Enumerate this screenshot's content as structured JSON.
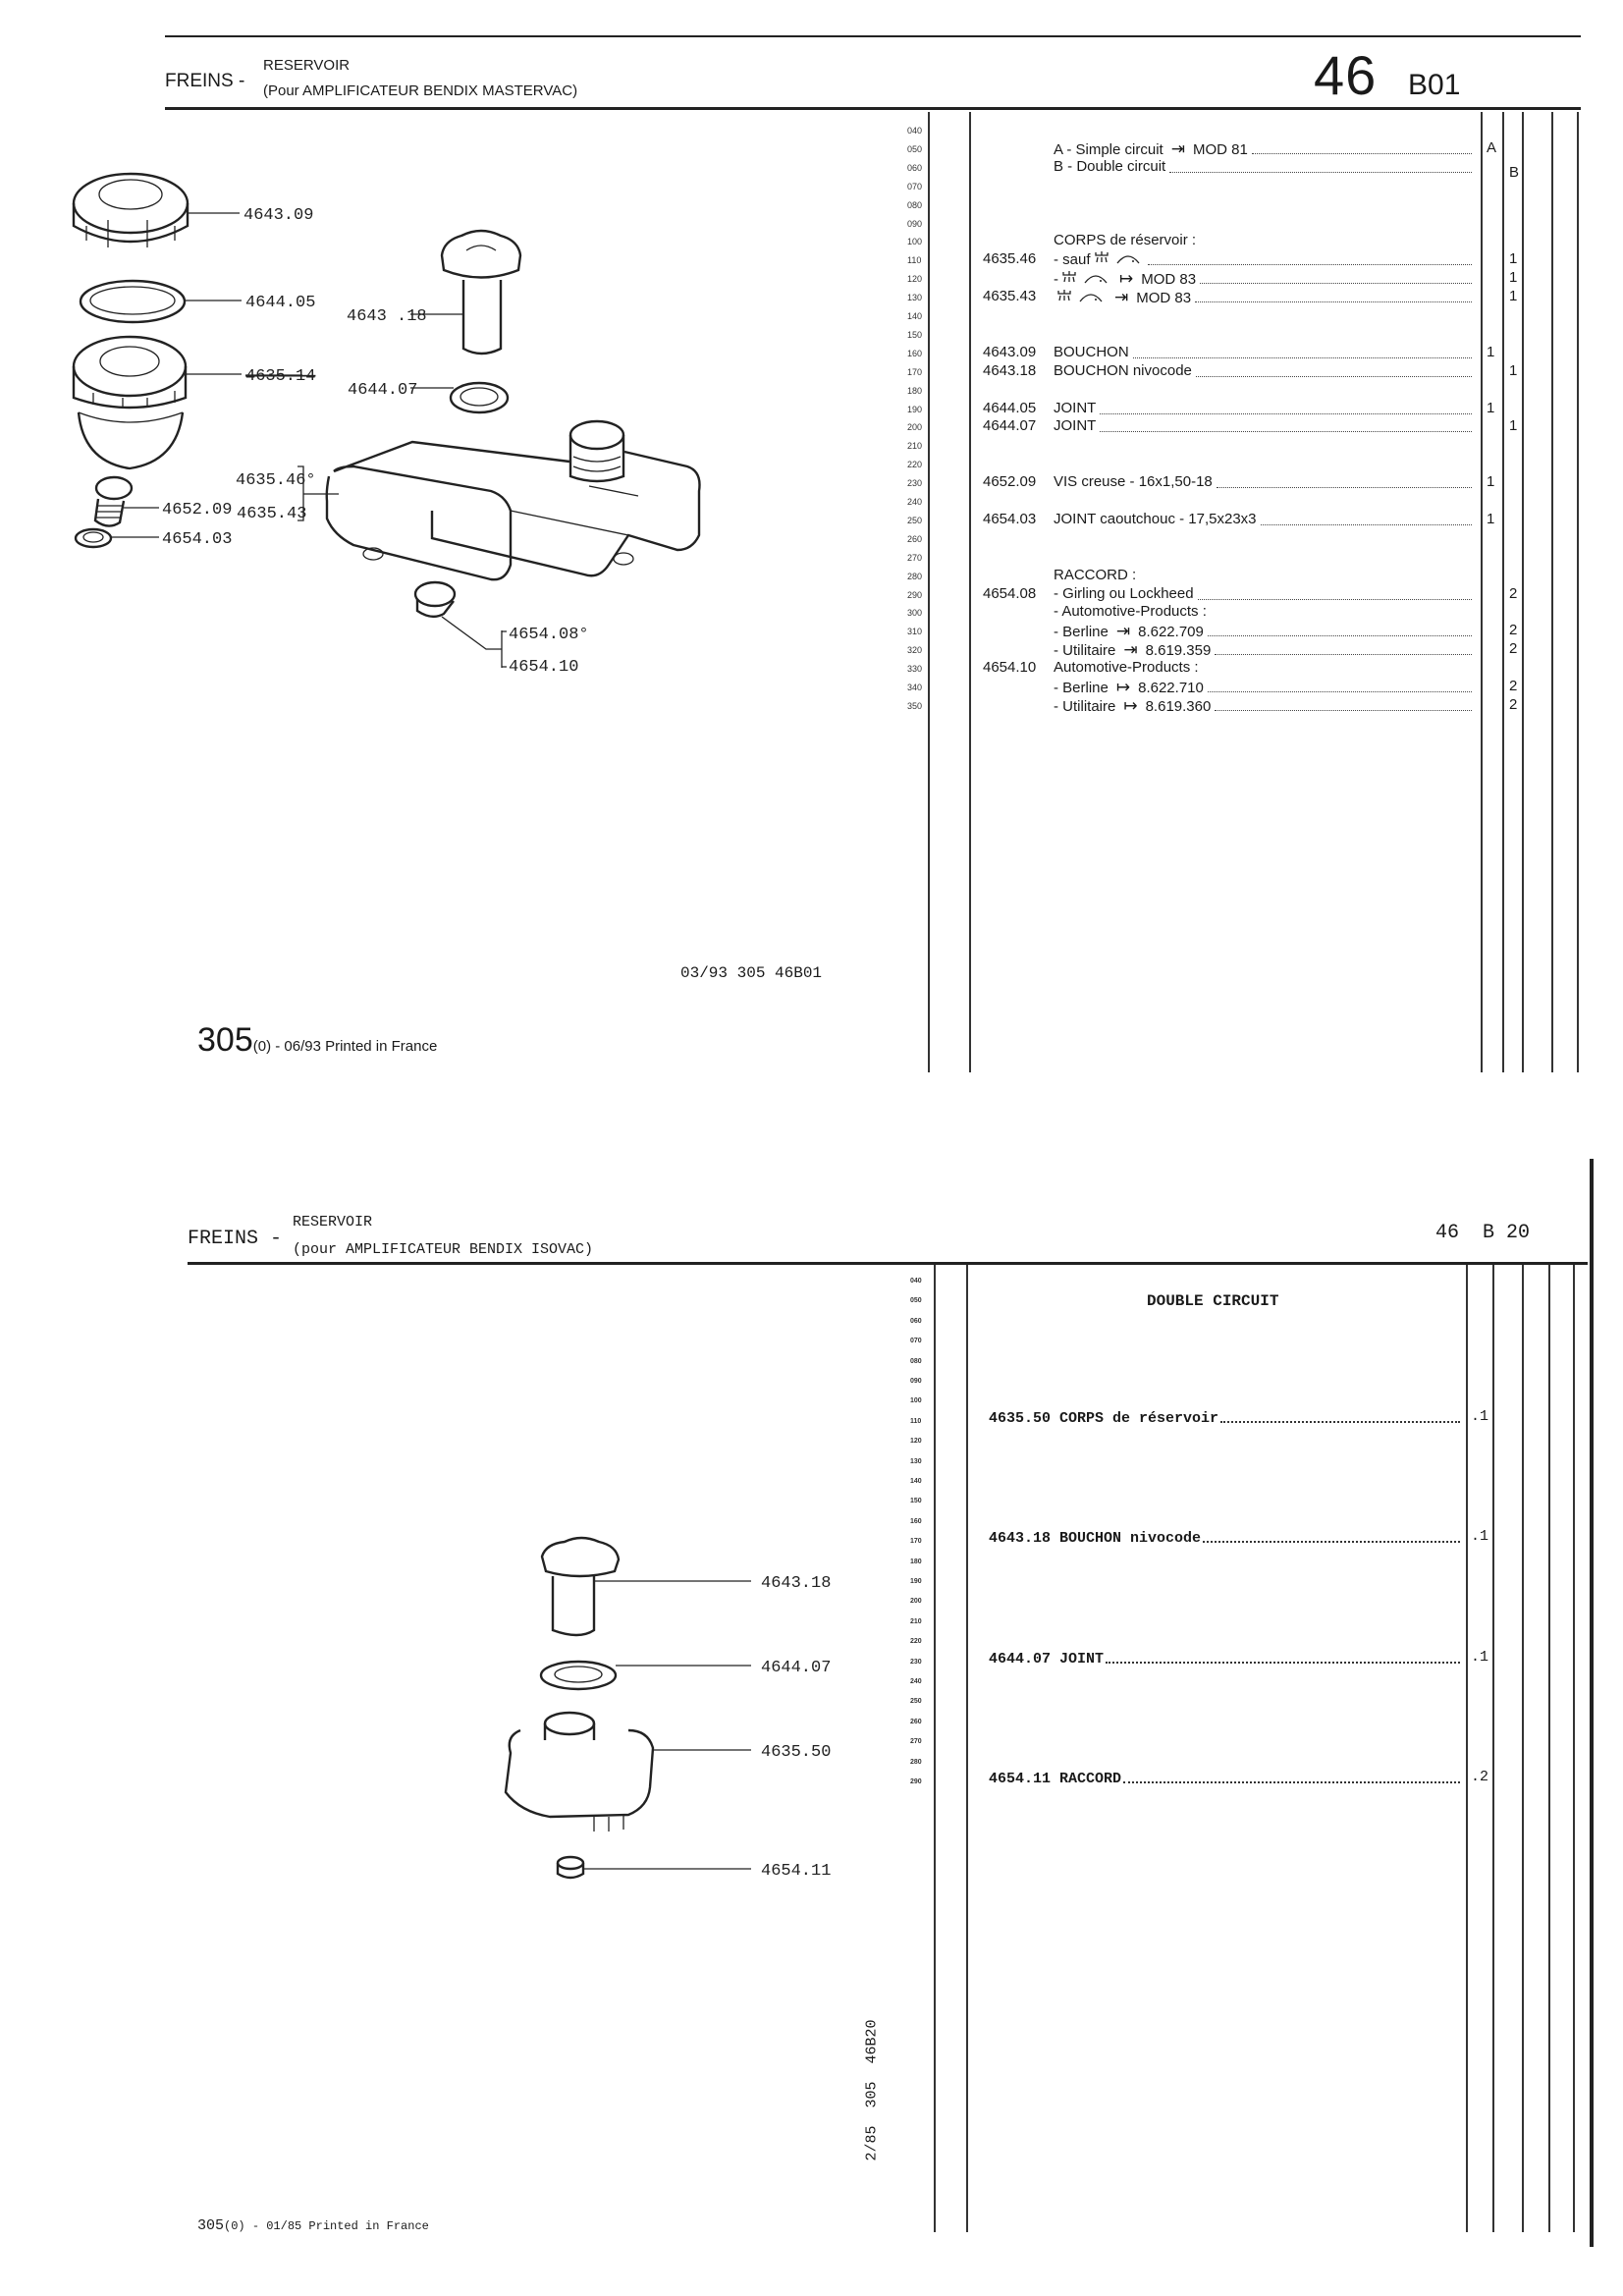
{
  "page1": {
    "header": {
      "section": "FREINS -",
      "title": "RESERVOIR",
      "subtitle": "(Pour AMPLIFICATEUR BENDIX MASTERVAC)",
      "ref_num": "46",
      "ref_code": "B01"
    },
    "line_numbers": [
      "040",
      "050",
      "060",
      "070",
      "080",
      "090",
      "100",
      "110",
      "120",
      "130",
      "140",
      "150",
      "160",
      "170",
      "180",
      "190",
      "200",
      "210",
      "220",
      "230",
      "240",
      "250",
      "260",
      "270",
      "280",
      "290",
      "300",
      "310",
      "320",
      "330",
      "340",
      "350"
    ],
    "rows": [
      {
        "line": 1,
        "ref": "",
        "desc": "A - Simple circuit",
        "arrow": "⇥",
        "tail": "MOD 81",
        "dots": true,
        "a": "A",
        "b": ""
      },
      {
        "line": 2,
        "ref": "",
        "desc": "B - Double circuit",
        "arrow": "",
        "tail": "",
        "dots": true,
        "a": "",
        "b": "B"
      },
      {
        "line": 6,
        "ref": "",
        "desc": "CORPS de réservoir :",
        "arrow": "",
        "tail": "",
        "dots": false,
        "a": "",
        "b": ""
      },
      {
        "line": 7,
        "ref": "4635.46",
        "desc": "- sauf",
        "icons": true,
        "arrow": "",
        "tail": "",
        "dots": true,
        "a": "",
        "b": "1"
      },
      {
        "line": 8,
        "ref": "",
        "desc": "-",
        "icons": true,
        "arrow": "↦",
        "tail": "MOD 83",
        "dots": true,
        "a": "",
        "b": "1"
      },
      {
        "line": 9,
        "ref": "4635.43",
        "desc": "",
        "icons": true,
        "arrow": "⇥",
        "tail": "MOD 83",
        "dots": true,
        "a": "",
        "b": "1"
      },
      {
        "line": 12,
        "ref": "4643.09",
        "desc": "BOUCHON",
        "arrow": "",
        "tail": "",
        "dots": true,
        "a": "1",
        "b": ""
      },
      {
        "line": 13,
        "ref": "4643.18",
        "desc": "BOUCHON nivocode",
        "arrow": "",
        "tail": "",
        "dots": true,
        "a": "",
        "b": "1"
      },
      {
        "line": 15,
        "ref": "4644.05",
        "desc": "JOINT",
        "arrow": "",
        "tail": "",
        "dots": true,
        "a": "1",
        "b": ""
      },
      {
        "line": 16,
        "ref": "4644.07",
        "desc": "JOINT",
        "arrow": "",
        "tail": "",
        "dots": true,
        "a": "",
        "b": "1"
      },
      {
        "line": 19,
        "ref": "4652.09",
        "desc": "VIS creuse - 16x1,50-18",
        "arrow": "",
        "tail": "",
        "dots": true,
        "a": "1",
        "b": ""
      },
      {
        "line": 21,
        "ref": "4654.03",
        "desc": "JOINT caoutchouc - 17,5x23x3",
        "arrow": "",
        "tail": "",
        "dots": true,
        "a": "1",
        "b": ""
      },
      {
        "line": 24,
        "ref": "",
        "desc": "RACCORD :",
        "arrow": "",
        "tail": "",
        "dots": false,
        "a": "",
        "b": ""
      },
      {
        "line": 25,
        "ref": "4654.08",
        "desc": "- Girling ou Lockheed",
        "arrow": "",
        "tail": "",
        "dots": true,
        "a": "",
        "b": "2"
      },
      {
        "line": 26,
        "ref": "",
        "desc": "- Automotive-Products :",
        "arrow": "",
        "tail": "",
        "dots": false,
        "a": "",
        "b": ""
      },
      {
        "line": 27,
        "ref": "",
        "desc": "- Berline",
        "arrow": "⇥",
        "tail": "8.622.709",
        "dots": true,
        "a": "",
        "b": "2"
      },
      {
        "line": 28,
        "ref": "",
        "desc": "- Utilitaire",
        "arrow": "⇥",
        "tail": "8.619.359",
        "dots": true,
        "a": "",
        "b": "2"
      },
      {
        "line": 29,
        "ref": "4654.10",
        "desc": "Automotive-Products :",
        "arrow": "",
        "tail": "",
        "dots": false,
        "a": "",
        "b": ""
      },
      {
        "line": 30,
        "ref": "",
        "desc": "- Berline",
        "arrow": "↦",
        "tail": "8.622.710",
        "dots": true,
        "a": "",
        "b": "2"
      },
      {
        "line": 31,
        "ref": "",
        "desc": "- Utilitaire",
        "arrow": "↦",
        "tail": "8.619.360",
        "dots": true,
        "a": "",
        "b": "2"
      }
    ],
    "diagram_labels": {
      "cap": "4643.09",
      "ring": "4644.05",
      "cup": "4635.14",
      "level_cap": "4643 .18",
      "small_ring": "4644.07",
      "body_a": "4635.46°",
      "body_b": "4635.43",
      "screw": "4652.09",
      "washer": "4654.03",
      "plug_a": "4654.08°",
      "plug_b": "4654.10"
    },
    "doc_code": "03/93 305 46B01",
    "footer": {
      "model": "305",
      "suffix": "(0) - 06/93 Printed in France"
    }
  },
  "page2": {
    "header": {
      "section": "FREINS -",
      "title": "RESERVOIR",
      "subtitle": "(pour AMPLIFICATEUR BENDIX ISOVAC)",
      "ref": "46  B 20"
    },
    "line_numbers": [
      "040",
      "050",
      "060",
      "070",
      "080",
      "090",
      "100",
      "110",
      "120",
      "130",
      "140",
      "150",
      "160",
      "170",
      "180",
      "190",
      "200",
      "210",
      "220",
      "230",
      "240",
      "250",
      "260",
      "270",
      "280",
      "290"
    ],
    "section_title": "DOUBLE CIRCUIT",
    "rows": [
      {
        "line": 7,
        "ref": "4635.50",
        "desc": "CORPS de réservoir",
        "qty": ".1"
      },
      {
        "line": 13,
        "ref": "4643.18",
        "desc": "BOUCHON nivocode",
        "qty": ".1"
      },
      {
        "line": 19,
        "ref": "4644.07",
        "desc": "JOINT",
        "qty": ".1"
      },
      {
        "line": 25,
        "ref": "4654.11",
        "desc": "RACCORD",
        "qty": ".2"
      }
    ],
    "diagram_labels": {
      "level_cap": "4643.18",
      "ring": "4644.07",
      "body": "4635.50",
      "plug": "4654.11"
    },
    "doc_code": "2/85  305  46B20",
    "footer": {
      "model": "305",
      "suffix": "(0) - 01/85 Printed in France"
    }
  }
}
